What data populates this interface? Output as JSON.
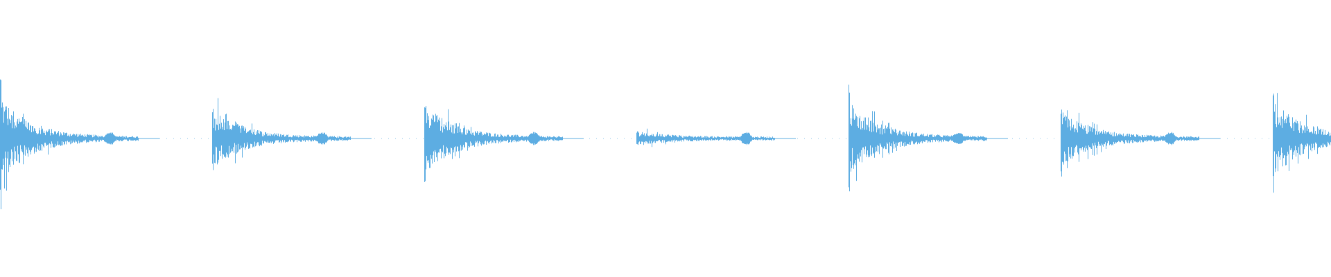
{
  "waveform": {
    "color": "#5DADE2",
    "background": "#FFFFFF",
    "hits": [
      {
        "peak_up": 0.9,
        "peak_down": 0.93,
        "body": 0.42,
        "tail_bump": true,
        "kind": "strong"
      },
      {
        "peak_up": 0.52,
        "peak_down": 0.55,
        "body": 0.3,
        "tail_bump": true,
        "kind": "medium"
      },
      {
        "peak_up": 0.67,
        "peak_down": 0.68,
        "body": 0.36,
        "tail_bump": true,
        "kind": "strong"
      },
      {
        "peak_up": 0.1,
        "peak_down": 0.1,
        "body": 0.06,
        "tail_bump": true,
        "kind": "soft"
      },
      {
        "peak_up": 0.82,
        "peak_down": 0.82,
        "body": 0.38,
        "tail_bump": true,
        "kind": "strong"
      },
      {
        "peak_up": 0.47,
        "peak_down": 0.5,
        "body": 0.28,
        "tail_bump": true,
        "kind": "medium"
      },
      {
        "peak_up": 0.77,
        "peak_down": 0.78,
        "body": 0.4,
        "tail_bump": false,
        "kind": "strong"
      }
    ]
  }
}
